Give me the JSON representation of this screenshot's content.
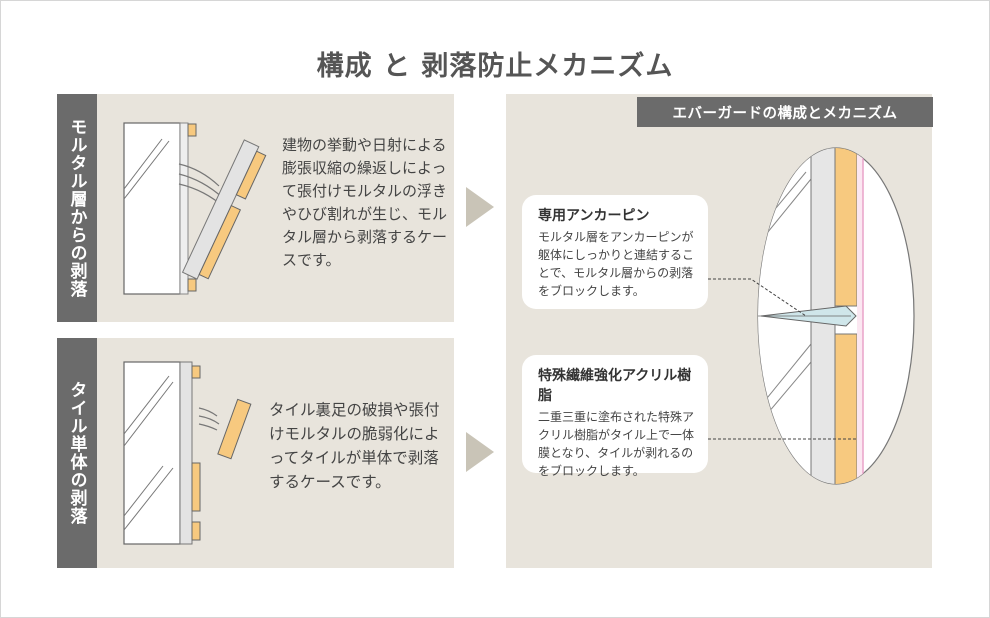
{
  "title": "構成 と 剥落防止メカニズム",
  "mortar": {
    "label": "モルタル層からの剥落",
    "description": "建物の挙動や日射による膨張収縮の繰返しによって張付けモルタルの浮きやひび割れが生じ、モルタル層から剥落するケースです。"
  },
  "tile": {
    "label": "タイル単体の剥落",
    "description": "タイル裏足の破損や張付けモルタルの脆弱化によってタイルが単体で剥落するケースです。"
  },
  "everguard": {
    "header": "エバーガードの構成とメカニズム",
    "anchor": {
      "title": "専用アンカーピン",
      "body": "モルタル層をアンカーピンが躯体にしっかりと連結することで、モルタル層からの剥落をブロックします。"
    },
    "resin": {
      "title": "特殊繊維強化アクリル樹脂",
      "body": "二重三重に塗布された特殊アクリル樹脂がタイル上で一体膜となり、タイルが剥れるのをブロックします。"
    }
  },
  "colors": {
    "panel_bg": "#e8e4dc",
    "label_bg": "#6b6b6b",
    "tile": "#f7c97f",
    "mortar": "#d9d9d9",
    "arrow": "#c9c4b7",
    "anchor_pin": "#cfe6ea",
    "resin_line": "#e9a3c9"
  }
}
